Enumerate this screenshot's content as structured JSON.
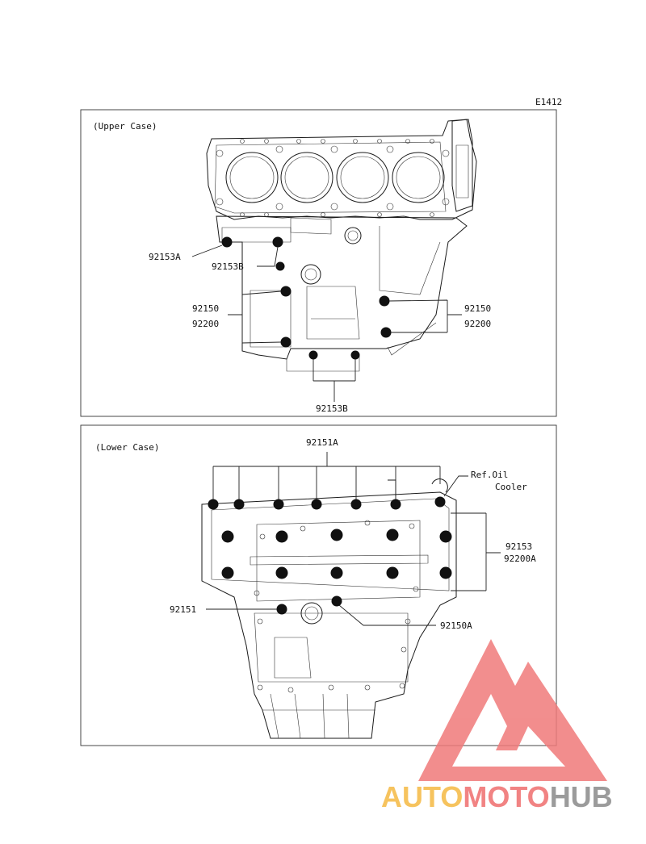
{
  "diagram_code": "E1412",
  "upper_case": {
    "title": "(Upper Case)",
    "labels": {
      "p92153A": "92153A",
      "p92153B_left": "92153B",
      "p92150_left": "92150",
      "p92200_left": "92200",
      "p92150_right": "92150",
      "p92200_right": "92200",
      "p92153B_bottom": "92153B"
    }
  },
  "lower_case": {
    "title": "(Lower Case)",
    "labels": {
      "p92151A": "92151A",
      "ref_oil_line1": "Ref.Oil",
      "ref_oil_line2": "Cooler",
      "p92153": "92153",
      "p92200A": "92200A",
      "p92151": "92151",
      "p92150A": "92150A"
    }
  },
  "watermark": {
    "text_auto": "AUTO",
    "text_moto": "MOTO",
    "text_hub": "HUB",
    "colors": {
      "auto": "#f5b942",
      "moto": "#ef6e6e",
      "hub": "#8a8a8a",
      "triangle": "#f07a7a"
    }
  }
}
